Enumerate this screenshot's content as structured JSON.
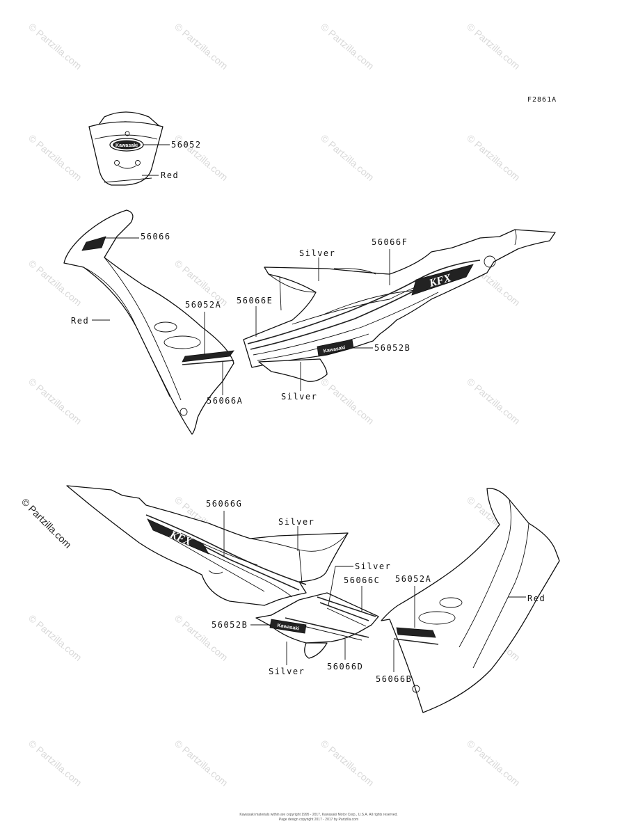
{
  "figure_code": "F2861A",
  "watermark": "© Partzilla.com",
  "footer": {
    "line1": "Kawasaki materials within are copyright 1995 - 2017, Kawasaki Motor Corp., U.S.A. All rights reserved.",
    "line2": "Page design copyright 2017 - 2017 by Partzilla.com"
  },
  "badge_text": "Kawasaki",
  "logo_text": "KFX",
  "callouts": {
    "top_badge": "56052",
    "top_red": "Red",
    "left_56066": "56066",
    "left_red": "Red",
    "left_56052A": "56052A",
    "left_56066A": "56066A",
    "upper_silver_top": "Silver",
    "upper_56066F": "56066F",
    "upper_56066E": "56066E",
    "upper_56052B": "56052B",
    "upper_silver_bottom": "Silver",
    "lower_56066G": "56066G",
    "lower_silver_top": "Silver",
    "lower_silver_mid": "Silver",
    "lower_56066C": "56066C",
    "lower_56052A": "56052A",
    "lower_red": "Red",
    "lower_56052B": "56052B",
    "lower_silver_bottom": "Silver",
    "lower_56066D": "56066D",
    "lower_56066B": "56066B"
  }
}
